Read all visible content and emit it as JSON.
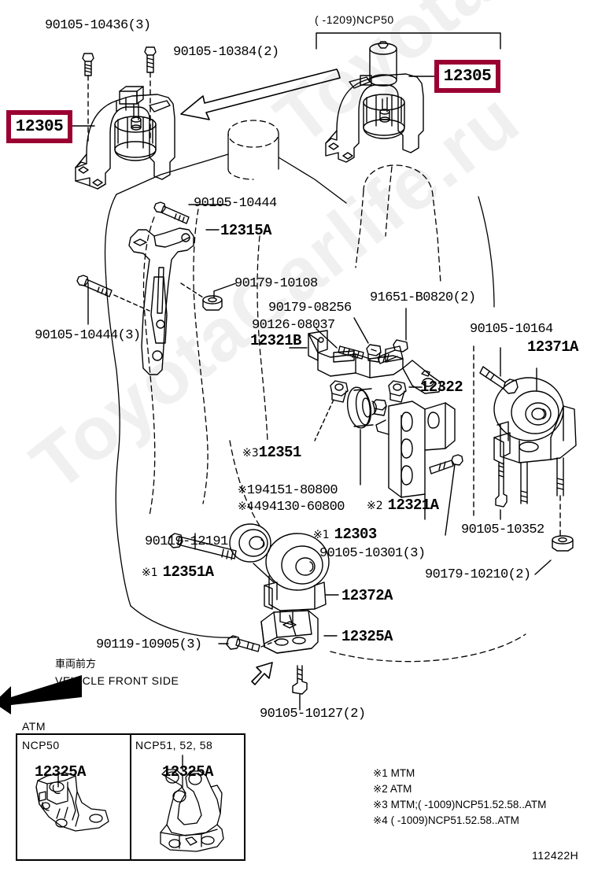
{
  "diagram": {
    "title": "Toyota engine mounting parts diagram",
    "figure_code": "112422H",
    "accent_color": "#9b0032",
    "watermark_text": "ToyotaCarlife.ru"
  },
  "highlight_boxes": [
    {
      "label": "12305",
      "id": "left-mount"
    },
    {
      "label": "12305",
      "id": "right-mount"
    }
  ],
  "group_bracket": {
    "label": "(    -1209)NCP50"
  },
  "callouts": [
    {
      "id": "c1",
      "text": "90105-10436(3)"
    },
    {
      "id": "c2",
      "text": "90105-10384(2)"
    },
    {
      "id": "c3",
      "text": "90105-10444"
    },
    {
      "id": "c4",
      "text": "12315A"
    },
    {
      "id": "c5",
      "text": "90179-10108"
    },
    {
      "id": "c6",
      "text": "90179-08256"
    },
    {
      "id": "c7",
      "text": "90126-08037"
    },
    {
      "id": "c8",
      "text": "12321B"
    },
    {
      "id": "c9",
      "text": "91651-B0820(2)"
    },
    {
      "id": "c10",
      "text": "90105-10164"
    },
    {
      "id": "c11",
      "text": "12371A"
    },
    {
      "id": "c12",
      "text": "90105-10444(3)"
    },
    {
      "id": "c13",
      "text": "12322"
    },
    {
      "id": "c14",
      "text": "12351",
      "mark": "※3"
    },
    {
      "id": "c15",
      "text": "194151-80800",
      "mark": "※"
    },
    {
      "id": "c16",
      "text": "494130-60800",
      "mark": "※4"
    },
    {
      "id": "c17",
      "text": "12321A",
      "mark": "※2"
    },
    {
      "id": "c18",
      "text": "12303",
      "mark": "※1"
    },
    {
      "id": "c19",
      "text": "90105-10301(3)"
    },
    {
      "id": "c20",
      "text": "90105-10352"
    },
    {
      "id": "c21",
      "text": "90179-10210(2)"
    },
    {
      "id": "c22",
      "text": "90119-12191"
    },
    {
      "id": "c23",
      "text": "12351A",
      "mark": "※1"
    },
    {
      "id": "c24",
      "text": "12372A"
    },
    {
      "id": "c25",
      "text": "12325A"
    },
    {
      "id": "c26",
      "text": "90119-10905(3)"
    },
    {
      "id": "c27",
      "text": "90105-10127(2)"
    }
  ],
  "direction_indicator": {
    "japanese": "車両前方",
    "english": "VEHICLE FRONT SIDE"
  },
  "insets": {
    "group_label": "ATM",
    "panels": [
      {
        "model": "NCP50",
        "part": "12325A"
      },
      {
        "model": "NCP51, 52, 58",
        "part": "12325A"
      }
    ]
  },
  "notes": [
    "※1 MTM",
    "※2 ATM",
    "※3 MTM;(      -1009)NCP51.52.58..ATM",
    "※4 (      -1009)NCP51.52.58..ATM"
  ]
}
